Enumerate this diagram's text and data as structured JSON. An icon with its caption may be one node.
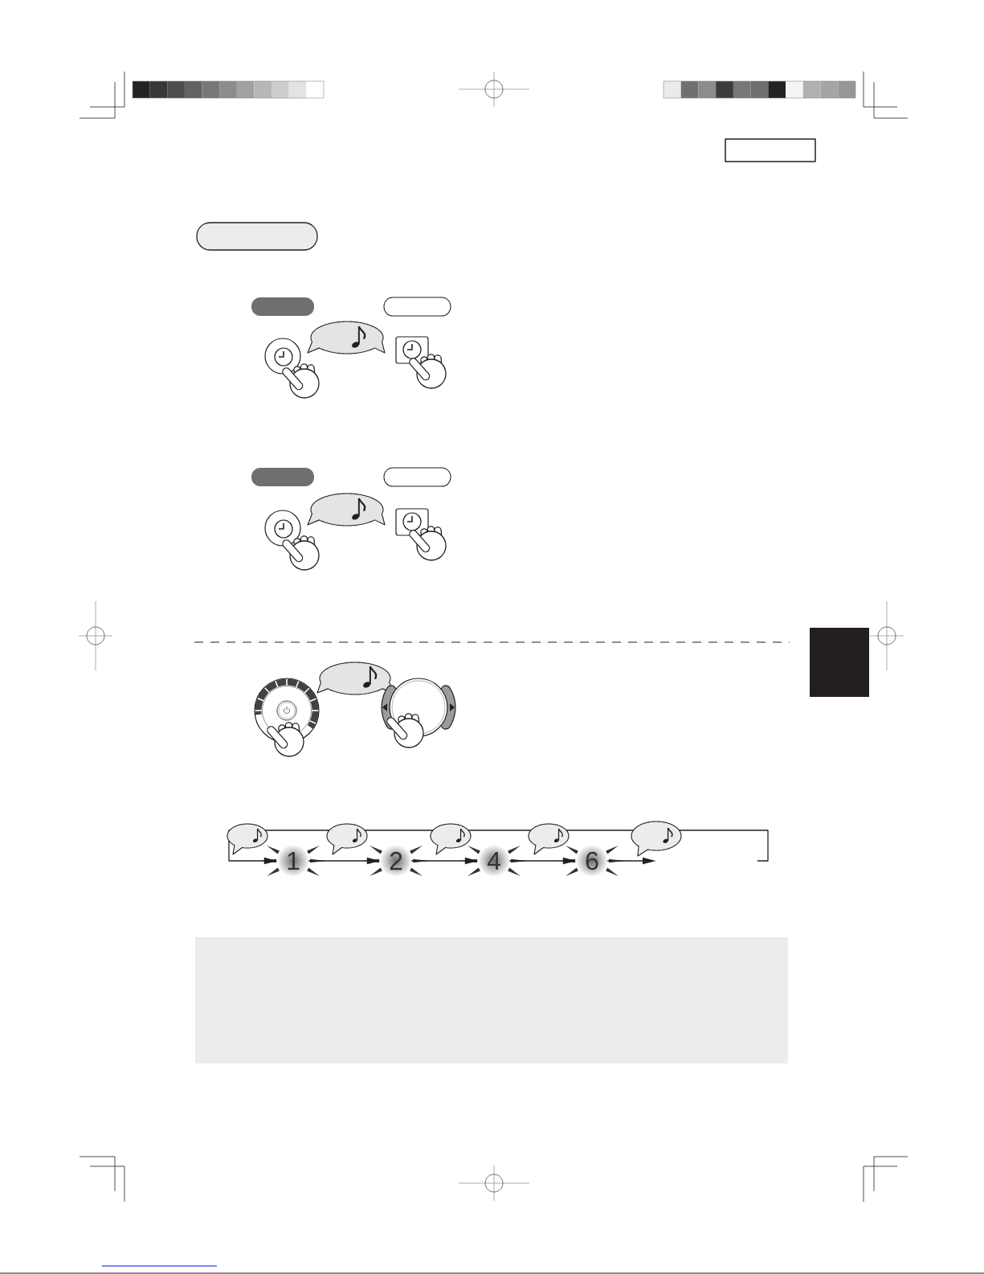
{
  "diagram": {
    "nodes": [
      {
        "text": [],
        "shape": "box"
      },
      {
        "text": [],
        "shape": "pill"
      },
      {
        "text": [],
        "shape": "pill"
      },
      {
        "text": [],
        "shape": "pill"
      },
      {
        "text": [],
        "shape": "pill"
      },
      {
        "text": [],
        "shape": "pill"
      },
      {
        "text": [],
        "shape": "box"
      },
      {
        "text": [
          "1"
        ]
      },
      {
        "text": [
          "2"
        ]
      },
      {
        "text": [
          "4"
        ]
      },
      {
        "text": [
          "6"
        ]
      }
    ],
    "edges": [
      {
        "from": null,
        "to": 7,
        "arrow": "to"
      },
      {
        "from": 7,
        "to": 8,
        "arrow": "to"
      },
      {
        "from": 8,
        "to": 9,
        "arrow": "to"
      },
      {
        "from": 9,
        "to": 10,
        "arrow": "to"
      },
      {
        "from": 10,
        "to": null,
        "arrow": "to"
      }
    ]
  }
}
